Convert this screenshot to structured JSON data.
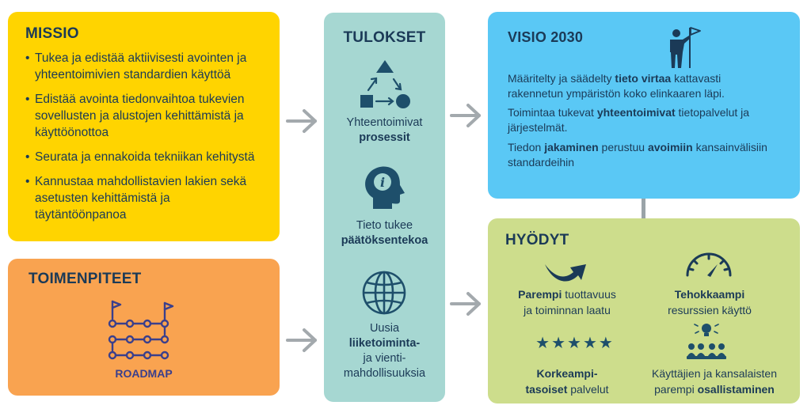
{
  "missio": {
    "title": "MISSIO",
    "bullet": "•",
    "items": [
      {
        "l1": "Tukea ja edistää aktiivisesti avointen ja",
        "l2": "yhteentoimivien standardien käyttöä",
        "l3": ""
      },
      {
        "l1": "Edistää avointa tiedonvaihtoa tukevien",
        "l2": "sovellusten ja alustojen kehittämistä ja",
        "l3": "käyttöönottoa"
      },
      {
        "l1": "Seurata ja ennakoida tekniikan kehitystä",
        "l2": "",
        "l3": ""
      },
      {
        "l1": "Kannustaa mahdollistavien lakien sekä",
        "l2": "asetusten kehittämistä ja",
        "l3": "täytäntöönpanoa"
      }
    ]
  },
  "toimenpiteet": {
    "title": "TOIMENPITEET",
    "roadmap_label": "ROADMAP",
    "icon": "roadmap-icon"
  },
  "tulokset": {
    "title": "TULOKSET",
    "items": [
      {
        "icon": "process-shapes-icon",
        "line1": "Yhteentoimivat",
        "line2_bold": "prosessit",
        "line3": "",
        "line4": ""
      },
      {
        "icon": "head-info-icon",
        "line1": "Tieto tukee",
        "line2_bold": "päätöksentekoa",
        "line3": "",
        "line4": ""
      },
      {
        "icon": "globe-icon",
        "line1": "Uusia",
        "line2_bold": "liiketoiminta-",
        "line3": "ja vienti-",
        "line4": "mahdollisuuksia"
      }
    ]
  },
  "visio": {
    "title": "VISIO 2030",
    "icon": "person-flag-icon",
    "p1": {
      "a": "Määritelty ja säädelty ",
      "b": "tieto virtaa",
      "c": " kattavasti",
      "d": "rakennetun ympäristön koko elinkaaren läpi."
    },
    "p2": {
      "a": "Toimintaa tukevat ",
      "b": "yhteentoimivat",
      "c": " tietopalvelut ja",
      "d": "järjestelmät."
    },
    "p3": {
      "a": "Tiedon ",
      "b": "jakaminen",
      "c": " perustuu ",
      "d": "avoimiin",
      "e": " kansainvälisiin",
      "f": "standardeihin"
    }
  },
  "hyodyt": {
    "title": "HYÖDYT",
    "items": [
      {
        "icon": "trend-arrow-icon",
        "bold": "Parempi",
        "rest": " tuottavuus",
        "line2": "ja toiminnan laatu"
      },
      {
        "icon": "gauge-icon",
        "bold": "Tehokkaampi",
        "line2": "resurssien käyttö"
      },
      {
        "icon": "five-stars-icon",
        "stars": "★★★★★",
        "bold1": "Korkeampi-",
        "bold2": "tasoiset",
        "rest2": " palvelut"
      },
      {
        "icon": "people-idea-icon",
        "line1": "Käyttäjien ja kansalaisten",
        "rest": "parempi ",
        "bold": "osallistaminen"
      }
    ]
  },
  "colors": {
    "missio": "#ffd400",
    "toimenpiteet": "#f9a350",
    "tulokset": "#a6d7d2",
    "visio": "#5ac8f5",
    "hyodyt": "#cddd8c",
    "arrow": "#a3a9ad",
    "text": "#1b3a57"
  }
}
